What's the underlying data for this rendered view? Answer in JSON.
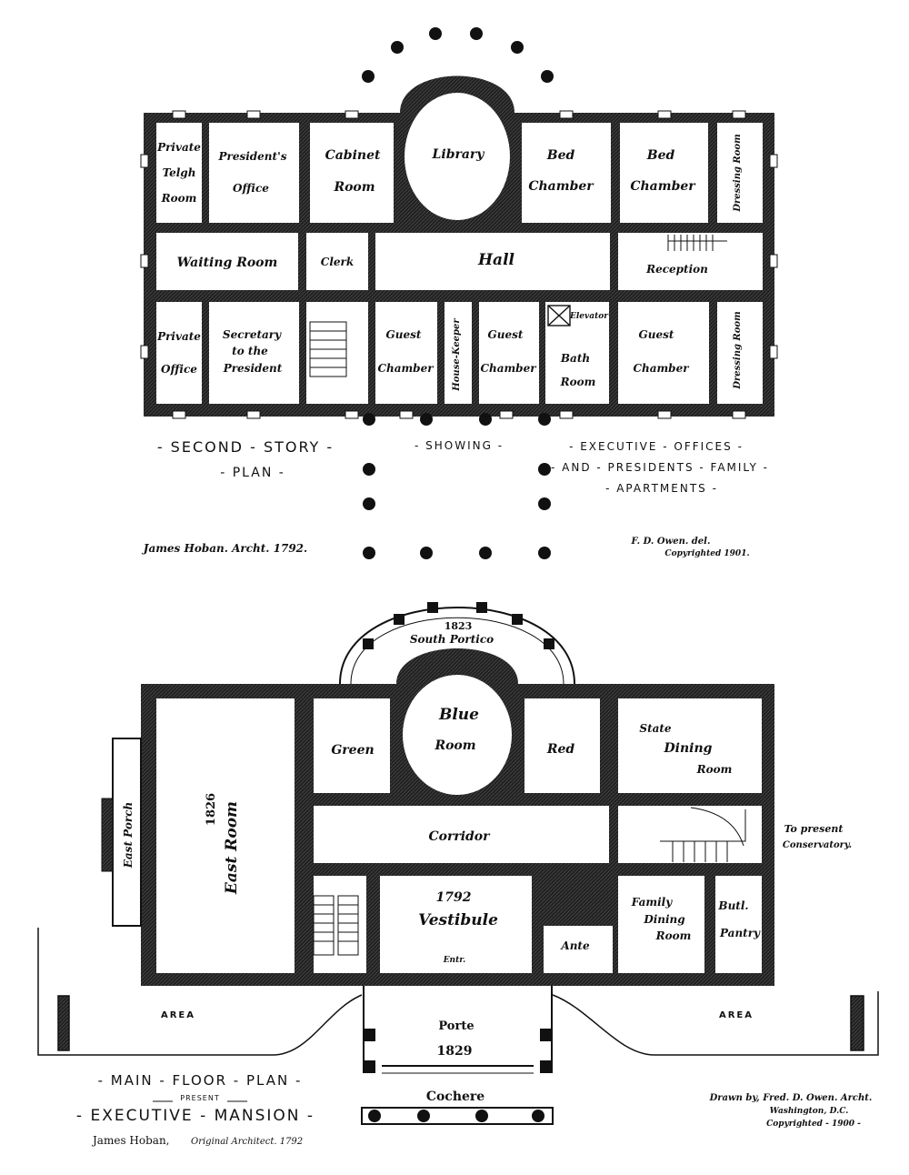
{
  "second_floor": {
    "rooms": {
      "private_telegh_room": [
        "Private",
        "Telgh",
        "Room"
      ],
      "presidents_office": [
        "President's",
        "Office"
      ],
      "cabinet_room": [
        "Cabinet",
        "Room"
      ],
      "library": "Library",
      "bed_chamber_1": [
        "Bed",
        "Chamber"
      ],
      "bed_chamber_2": [
        "Bed",
        "Chamber"
      ],
      "dressing_room_top": "Dressing Room",
      "waiting_room": "Waiting Room",
      "clerk": "Clerk",
      "hall": "Hall",
      "reception": "Reception",
      "private_office": [
        "Private",
        "Office"
      ],
      "secretary": [
        "Secretary",
        "to the",
        "President"
      ],
      "guest_chamber_1": [
        "Guest",
        "Chamber"
      ],
      "house_keeper": "House-Keeper",
      "guest_chamber_2": [
        "Guest",
        "Chamber"
      ],
      "elevator": "Elevator",
      "bath_room": [
        "Bath",
        "Room"
      ],
      "guest_chamber_3": [
        "Guest",
        "Chamber"
      ],
      "dressing_room_bottom": "Dressing Room"
    },
    "caption": {
      "left_line1": "- SECOND - STORY -",
      "left_line2": "- PLAN -",
      "middle": "- SHOWING -",
      "right_line1": "- EXECUTIVE - OFFICES -",
      "right_line2": "- AND - PRESIDENTS - FAMILY -",
      "right_line3": "- APARTMENTS -"
    },
    "credit_left": "James Hoban. Archt. 1792.",
    "credit_right_1": "F. D. Owen. del.",
    "credit_right_2": "Copyrighted 1901."
  },
  "main_floor": {
    "rooms": {
      "portico_year": "1823",
      "south_portico": "South Portico",
      "east_room_year": "1826",
      "east_room": "East Room",
      "east_porch": "East Porch",
      "green": "Green",
      "blue_room": [
        "Blue",
        "Room"
      ],
      "red": "Red",
      "state_dining": [
        "State",
        "Dining",
        "Room"
      ],
      "corridor": "Corridor",
      "to_conservatory": [
        "To present",
        "Conservatory."
      ],
      "vestibule_year": "1792",
      "vestibule": "Vestibule",
      "entr": "Entr.",
      "ante": "Ante",
      "family_dining": [
        "Family",
        "Dining",
        "Room"
      ],
      "butl_pantry": [
        "Butl.",
        "Pantry"
      ],
      "area_left": "AREA",
      "area_right": "AREA",
      "porte": "Porte",
      "porte_year": "1829",
      "cochere": "Cochere"
    },
    "caption": {
      "line1": "- MAIN - FLOOR - PLAN -",
      "line2": "PRESENT",
      "line3": "- EXECUTIVE - MANSION -"
    },
    "credit_left_name": "James Hoban,",
    "credit_left_rest": "Original Architect. 1792",
    "credit_right_1": "Drawn by, Fred. D. Owen. Archt.",
    "credit_right_2": "Washington, D.C.",
    "credit_right_3": "Copyrighted - 1900 -"
  }
}
